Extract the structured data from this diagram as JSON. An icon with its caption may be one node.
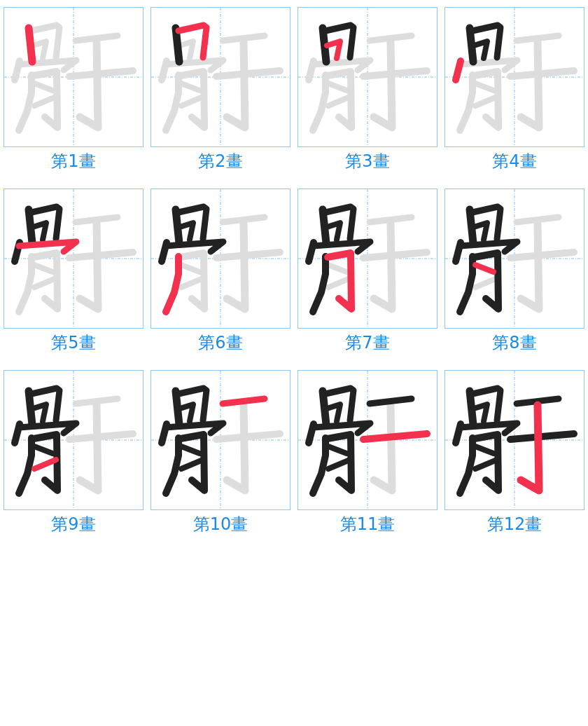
{
  "diagram": {
    "nodes": [
      {
        "text": [],
        "shape": "picture",
        "beside": [
          "第1畫"
        ]
      },
      {
        "text": [],
        "shape": "picture",
        "beside": [
          "第2畫"
        ]
      },
      {
        "text": [],
        "shape": "picture",
        "beside": [
          "第3畫"
        ]
      },
      {
        "text": [],
        "shape": "picture",
        "beside": [
          "第4畫"
        ]
      },
      {
        "text": [],
        "shape": "picture",
        "beside": [
          "第5畫"
        ]
      },
      {
        "text": [],
        "shape": "picture",
        "beside": [
          "第6畫"
        ]
      },
      {
        "text": [],
        "shape": "picture",
        "beside": [
          "第7畫"
        ]
      },
      {
        "text": [],
        "shape": "picture",
        "beside": [
          "第8畫"
        ]
      },
      {
        "text": [],
        "shape": "picture",
        "beside": [
          "第9畫"
        ]
      },
      {
        "text": [],
        "shape": "picture",
        "beside": [
          "第10畫"
        ]
      },
      {
        "text": [],
        "shape": "picture",
        "beside": [
          "第11畫"
        ]
      },
      {
        "text": [],
        "shape": "picture",
        "beside": [
          "第12畫"
        ]
      }
    ]
  }
}
